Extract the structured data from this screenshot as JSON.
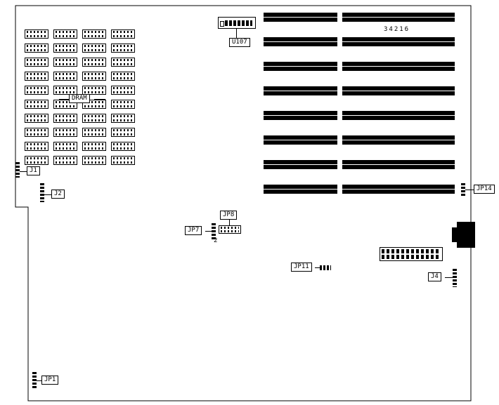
{
  "labels": {
    "dram": "DRAM",
    "u107": "U107",
    "part_number": "34216",
    "j1": "J1",
    "j2": "J2",
    "jp14": "JP14",
    "jp8": "JP8",
    "jp7": "JP7",
    "jp7_pin2": "2",
    "jp11": "JP11",
    "j4": "J4",
    "jp1": "JP1"
  },
  "dram": {
    "columns": 4,
    "chips_per_column": 10
  },
  "slots": {
    "rows": 8,
    "columns": 2
  },
  "colors": {
    "line": "#000000",
    "background": "#ffffff"
  }
}
